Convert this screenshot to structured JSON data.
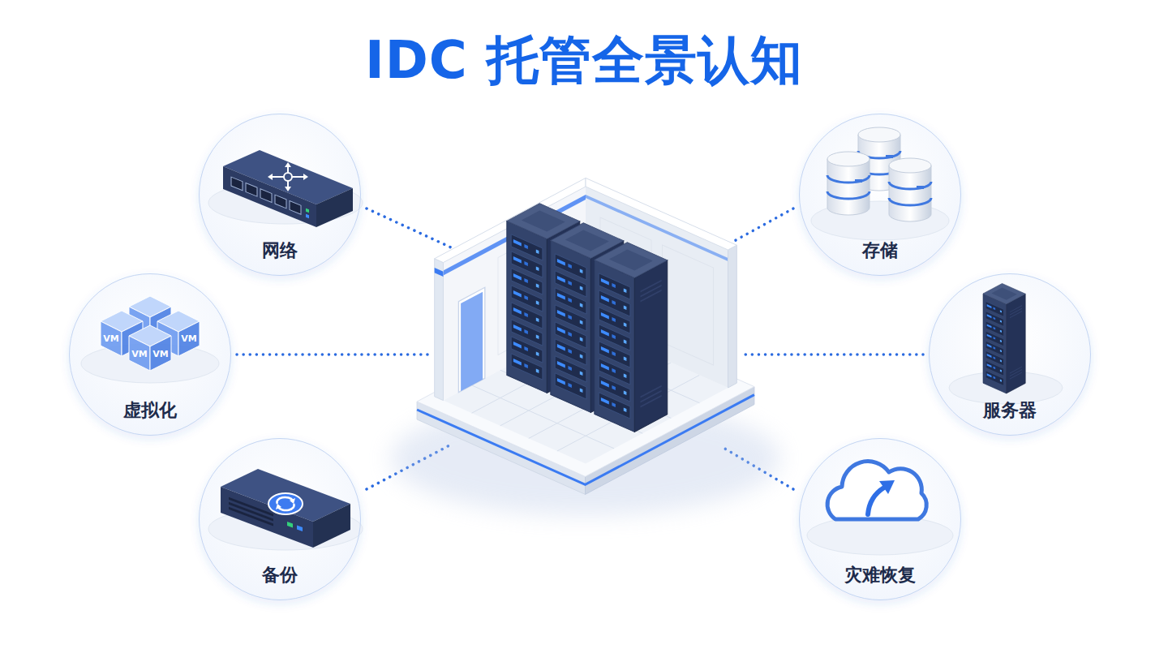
{
  "diagram": {
    "title": "IDC 托管全景认知",
    "nodes": [
      {
        "text": [
          "网络"
        ]
      },
      {
        "text": [
          "存储"
        ]
      },
      {
        "text": [
          "虚拟化"
        ]
      },
      {
        "text": [
          "服务器"
        ]
      },
      {
        "text": [
          "备份"
        ]
      },
      {
        "text": [
          "灾难恢复"
        ]
      }
    ],
    "labels": [
      "VM",
      "VM",
      "VM",
      "VM"
    ]
  }
}
